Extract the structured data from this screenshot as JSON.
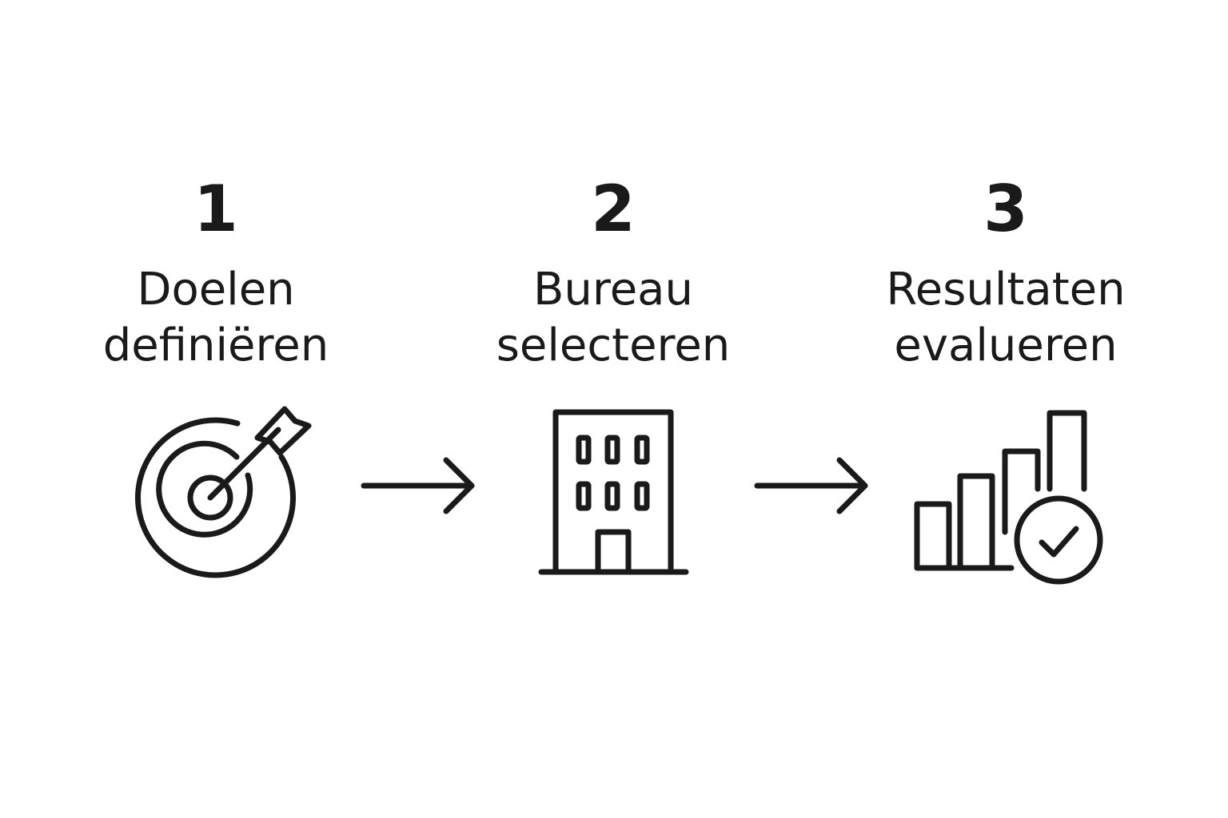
{
  "steps": [
    {
      "number": "1",
      "title_line1": "Doelen",
      "title_line2": "definiëren",
      "icon": "target-arrow-icon"
    },
    {
      "number": "2",
      "title_line1": "Bureau",
      "title_line2": "selecteren",
      "icon": "office-building-icon"
    },
    {
      "number": "3",
      "title_line1": "Resultaten",
      "title_line2": "evalueren",
      "icon": "bar-chart-check-icon"
    }
  ],
  "connectors": [
    "arrow-right-icon",
    "arrow-right-icon"
  ],
  "colors": {
    "background": "#ffffff",
    "ink": "#1a1a1a"
  }
}
